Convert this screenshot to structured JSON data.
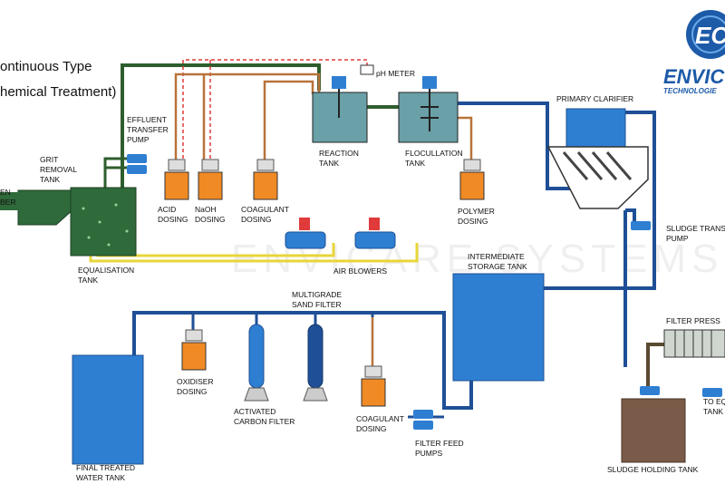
{
  "title": {
    "line1": "ontinuous Type",
    "line2": "hemical Treatment)"
  },
  "logo": {
    "initials": "EC",
    "name": "ENVIC",
    "sub": "TECHNOLOGIE"
  },
  "watermark": "ENVICARE SYSTEMS & SERVICES",
  "labels": {
    "screen_chamber_1": "EN",
    "screen_chamber_2": "BER",
    "grit_1": "GRIT",
    "grit_2": "REMOVAL",
    "grit_3": "TANK",
    "effluent_1": "EFFLUENT",
    "effluent_2": "TRANSFER",
    "effluent_3": "PUMP",
    "eq_1": "EQUALISATION",
    "eq_2": "TANK",
    "acid_1": "ACID",
    "acid_2": "DOSING",
    "naoh_1": "NaOH",
    "naoh_2": "DOSING",
    "coag1_1": "COAGULANT",
    "coag1_2": "DOSING",
    "ph_meter": "pH METER",
    "reaction_1": "REACTION",
    "reaction_2": "TANK",
    "floc_1": "FLOCULLATION",
    "floc_2": "TANK",
    "polymer_1": "POLYMER",
    "polymer_2": "DOSING",
    "clarifier": "PRIMARY CLARIFIER",
    "sludge_transfer_1": "SLUDGE TRANS",
    "sludge_transfer_2": "PUMP",
    "air_blowers": "AIR BLOWERS",
    "intermediate_1": "INTERMEDIATE",
    "intermediate_2": "STORAGE TANK",
    "mgf_1": "MULTIGRADE",
    "mgf_2": "SAND FILTER",
    "oxid_1": "OXIDISER",
    "oxid_2": "DOSING",
    "acf_1": "ACTIVATED",
    "acf_2": "CARBON FILTER",
    "coag2_1": "COAGULANT",
    "coag2_2": "DOSING",
    "filter_feed_1": "FILTER FEED",
    "filter_feed_2": "PUMPS",
    "final_1": "FINAL TREATED",
    "final_2": "WATER TANK",
    "filter_press": "FILTER PRESS",
    "to_eq_1": "TO EQ",
    "to_eq_2": "TANK",
    "sludge_holding": "SLUDGE HOLDING TANK"
  },
  "colors": {
    "raw_line": "#2e5e2e",
    "treated_line": "#1f4f96",
    "air_line": "#e8d53a",
    "dosing_line": "#b8733a",
    "dashed_signal": "#e03a3a",
    "tank_blue": "#2e7fd2",
    "tank_green": "#2f6a3a",
    "dosing_orange": "#f08a24",
    "sludge_brown": "#7a5a48",
    "logo_blue": "#1d5aa8"
  }
}
